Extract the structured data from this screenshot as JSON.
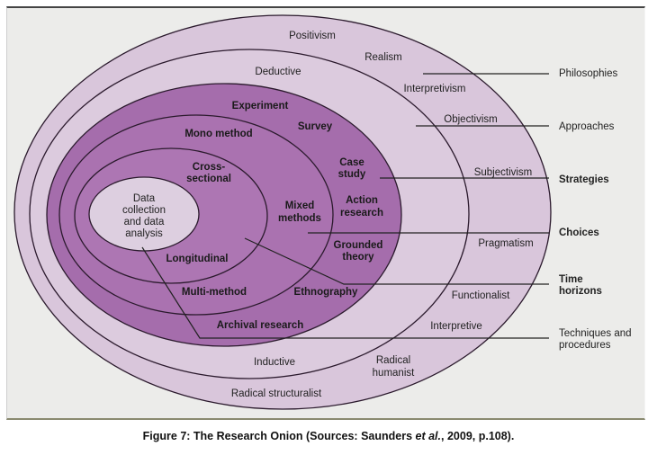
{
  "figure": {
    "caption": {
      "prefix": "Figure 7: The Research Onion (Sources: Saunders ",
      "italic": "et al.",
      "suffix": ", 2009, p.108)."
    },
    "colors": {
      "background": "#ececea",
      "philosophies_layer": "#d9c6db",
      "approaches_layer": "#dccbde",
      "strategies_layer": "#a56dac",
      "choices_layer": "#aa72b0",
      "time_horizons_layer": "#ad76b3",
      "core": "#ddcfe0",
      "outline": "#2b1a2d"
    },
    "layers": [
      {
        "name": "Philosophies",
        "items": [
          "Positivism",
          "Realism",
          "Interpretivism",
          "Objectivism",
          "Subjectivism",
          "Pragmatism",
          "Functionalist",
          "Interpretive",
          "Radical humanist",
          "Radical structuralist"
        ]
      },
      {
        "name": "Approaches",
        "items": [
          "Deductive",
          "Inductive"
        ]
      },
      {
        "name": "Strategies",
        "items": [
          "Experiment",
          "Survey",
          "Case study",
          "Action research",
          "Grounded theory",
          "Ethnography",
          "Archival research"
        ]
      },
      {
        "name": "Choices",
        "items": [
          "Mono method",
          "Mixed methods",
          "Multi-method"
        ]
      },
      {
        "name": "Time horizons",
        "items": [
          "Cross-sectional",
          "Longitudinal"
        ]
      },
      {
        "name": "Techniques and procedures",
        "items": [
          "Data collection and data analysis"
        ]
      }
    ],
    "side_labels": {
      "philosophies": "Philosophies",
      "approaches": "Approaches",
      "strategies": "Strategies",
      "choices": "Choices",
      "time_1": "Time",
      "time_2": "horizons",
      "tech_1": "Techniques and",
      "tech_2": "procedures"
    },
    "ring_labels": {
      "positivism": "Positivism",
      "realism": "Realism",
      "interpretivism": "Interpretivism",
      "objectivism": "Objectivism",
      "subjectivism": "Subjectivism",
      "pragmatism": "Pragmatism",
      "functionalist": "Functionalist",
      "interpretive": "Interpretive",
      "radical_humanist_1": "Radical",
      "radical_humanist_2": "humanist",
      "radical_structuralist": "Radical structuralist",
      "deductive": "Deductive",
      "inductive": "Inductive",
      "experiment": "Experiment",
      "survey": "Survey",
      "case_study_1": "Case",
      "case_study_2": "study",
      "action_research_1": "Action",
      "action_research_2": "research",
      "grounded_theory_1": "Grounded",
      "grounded_theory_2": "theory",
      "ethnography": "Ethnography",
      "archival_research": "Archival research",
      "mono_method": "Mono method",
      "mixed_methods_1": "Mixed",
      "mixed_methods_2": "methods",
      "multi_method": "Multi-method",
      "cross_sectional_1": "Cross-",
      "cross_sectional_2": "sectional",
      "longitudinal": "Longitudinal",
      "core_1": "Data",
      "core_2": "collection",
      "core_3": "and data",
      "core_4": "analysis"
    }
  }
}
